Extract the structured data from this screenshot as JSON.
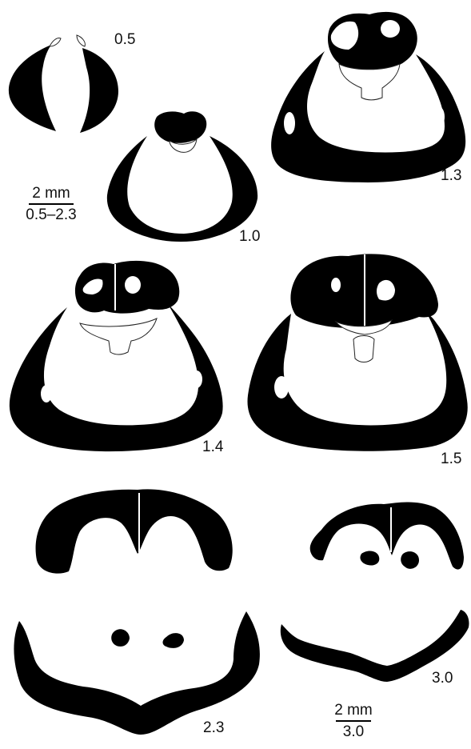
{
  "labels": {
    "s05": "0.5",
    "s10": "1.0",
    "s13": "1.3",
    "s14": "1.4",
    "s15": "1.5",
    "s23": "2.3",
    "s30": "3.0"
  },
  "scale_bars": {
    "upper": {
      "length": "2 mm",
      "range": "0.5–2.3"
    },
    "lower": {
      "length": "2 mm",
      "range": "3.0"
    }
  }
}
